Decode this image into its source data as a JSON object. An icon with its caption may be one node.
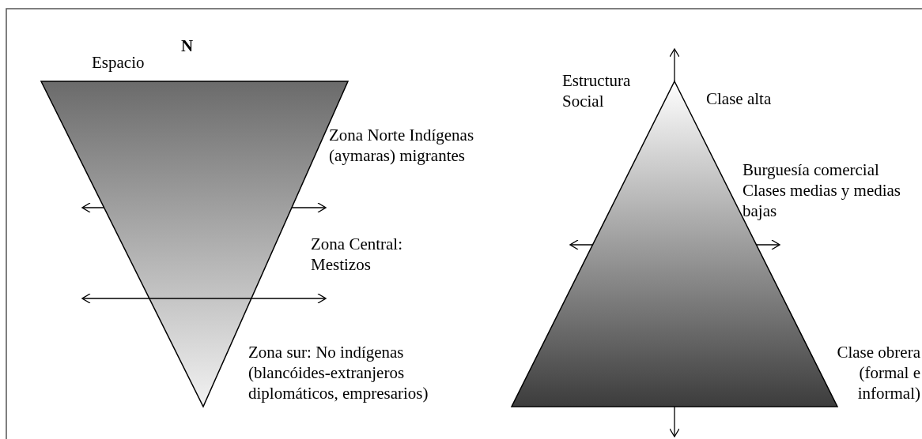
{
  "diagram": {
    "labels": [
      "N",
      "Espacio",
      "Estructura Social",
      "Clase alta",
      "Zona Norte Indígenas (aymaras) migrantes",
      "Burguesía comercial Clases medias y medias bajas",
      "Zona Central: Mestizos",
      "Zona sur: No indígenas (blancóides-extranjeros diplomáticos, empresarios)",
      "Clase obrera (formal e informal)"
    ]
  }
}
